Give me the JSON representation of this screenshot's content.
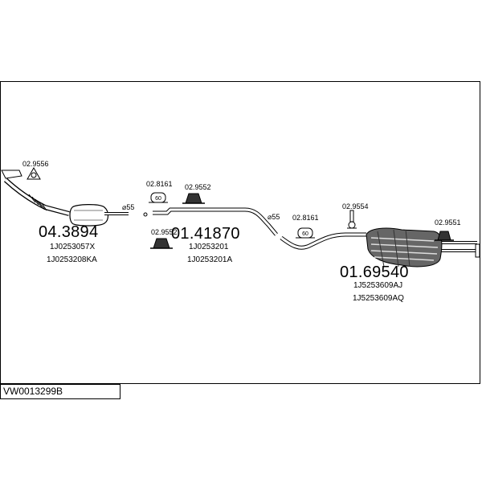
{
  "model_code": "VW0013299B",
  "parts": {
    "front": {
      "number": "04.3894",
      "oem_1": "1J0253057X",
      "oem_2": "1J0253208KA"
    },
    "middle": {
      "number": "01.41870",
      "oem_1": "1J0253201",
      "oem_2": "1J0253201A"
    },
    "rear": {
      "number": "01.69540",
      "oem_1": "1J5253609AJ",
      "oem_2": "1J5253609AQ"
    }
  },
  "accessories": {
    "a1": "02.9556",
    "a2": "02.8161",
    "a3": "02.9552",
    "a4": "02.9552",
    "a5": "02.8161",
    "a6": "02.9554",
    "a7": "02.9551"
  },
  "diameters": {
    "d1": "⌀55",
    "d2": "⌀55"
  }
}
